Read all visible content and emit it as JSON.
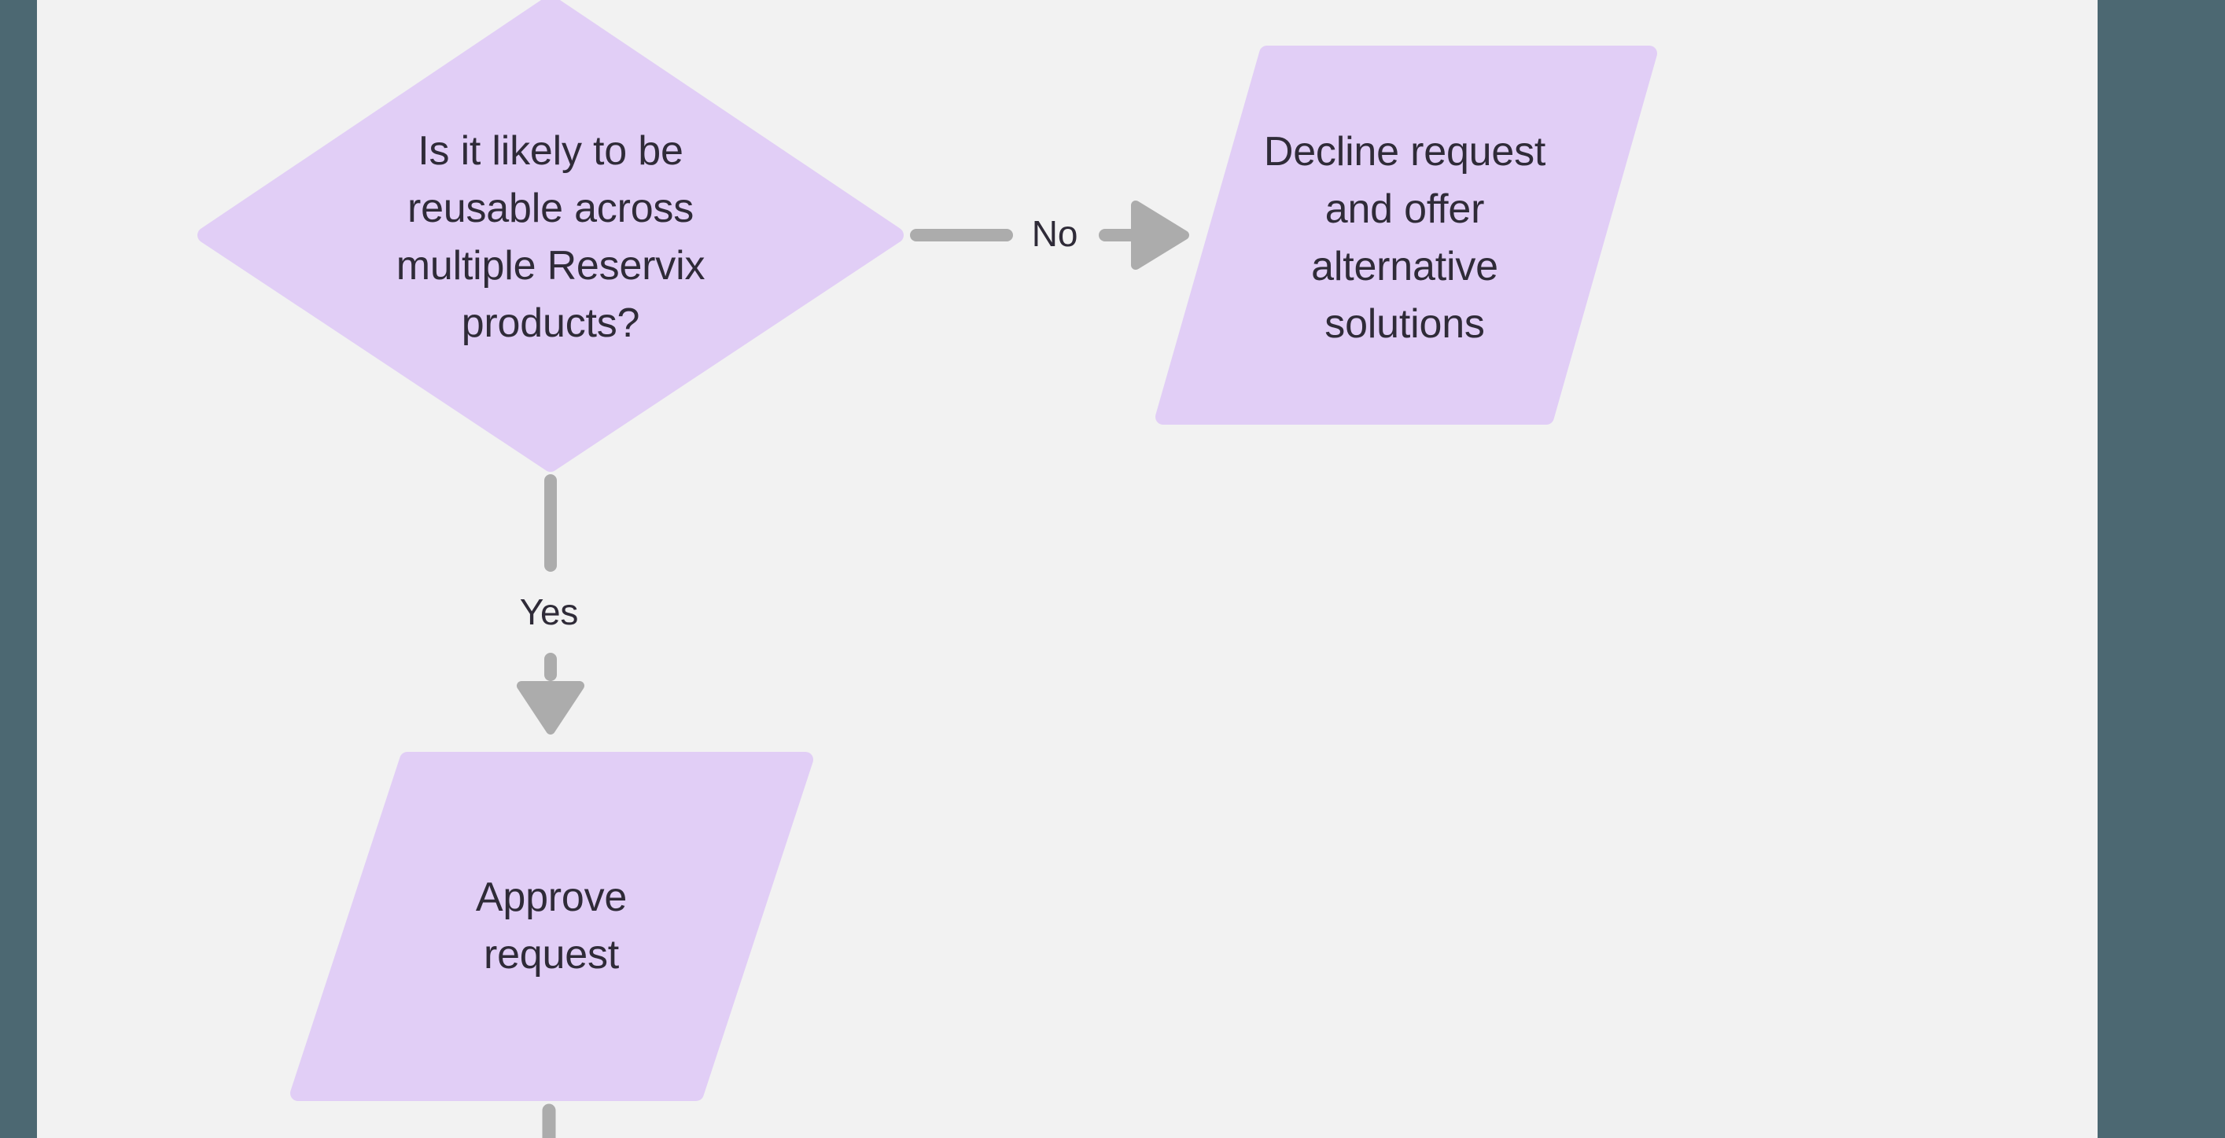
{
  "colors": {
    "background": "#f2f2f2",
    "rail": "#4c6872",
    "node_fill": "#e1cef6",
    "arrow": "#acacac",
    "text": "#2f2b38"
  },
  "nodes": {
    "decision": {
      "shape": "diamond",
      "lines": [
        "Is it likely to be",
        "reusable across",
        "multiple Reservix",
        "products?"
      ]
    },
    "decline": {
      "shape": "parallelogram",
      "lines": [
        "Decline request",
        "and offer",
        "alternative",
        "solutions"
      ]
    },
    "approve": {
      "shape": "parallelogram",
      "lines": [
        "Approve",
        "request"
      ]
    }
  },
  "edges": {
    "no": {
      "label": "No",
      "direction": "right"
    },
    "yes": {
      "label": "Yes",
      "direction": "down"
    }
  }
}
